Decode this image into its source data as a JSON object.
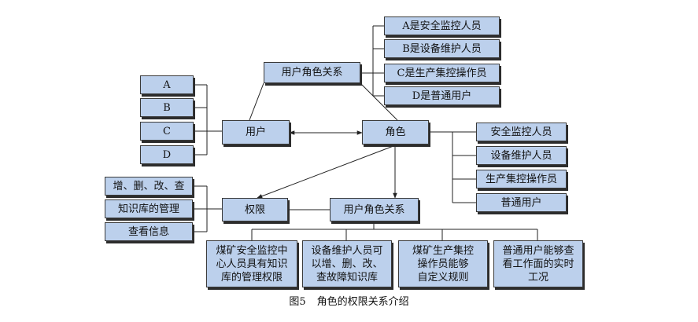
{
  "diagram": {
    "top_relation": "用户角色关系",
    "role_defs": [
      "A是安全监控人员",
      "B是设备维护人员",
      "C是生产集控操作员",
      "D是普通用户"
    ],
    "users": [
      "A",
      "B",
      "C",
      "D"
    ],
    "user_node": "用户",
    "role_node": "角色",
    "roles": [
      "安全监控人员",
      "设备维护人员",
      "生产集控操作员",
      "普通用户"
    ],
    "ops": [
      "增、删、改、查",
      "知识库的管理",
      "查看信息"
    ],
    "permission_node": "权限",
    "bottom_relation": "用户角色关系",
    "descriptions": [
      "煤矿安全监控中\n心人员具有知识\n库的管理权限",
      "设备维护人员可\n以增、删、改、\n查故障知识库",
      "煤矿生产集控\n操作员能够\n自定义规则",
      "普通用户能够查\n看工作面的实时\n工况"
    ]
  },
  "caption": {
    "label": "图5",
    "title": "角色的权限关系介绍"
  },
  "colors": {
    "box_fill": "#bcd0ec",
    "border": "#3a3a3a",
    "line": "#222222"
  }
}
